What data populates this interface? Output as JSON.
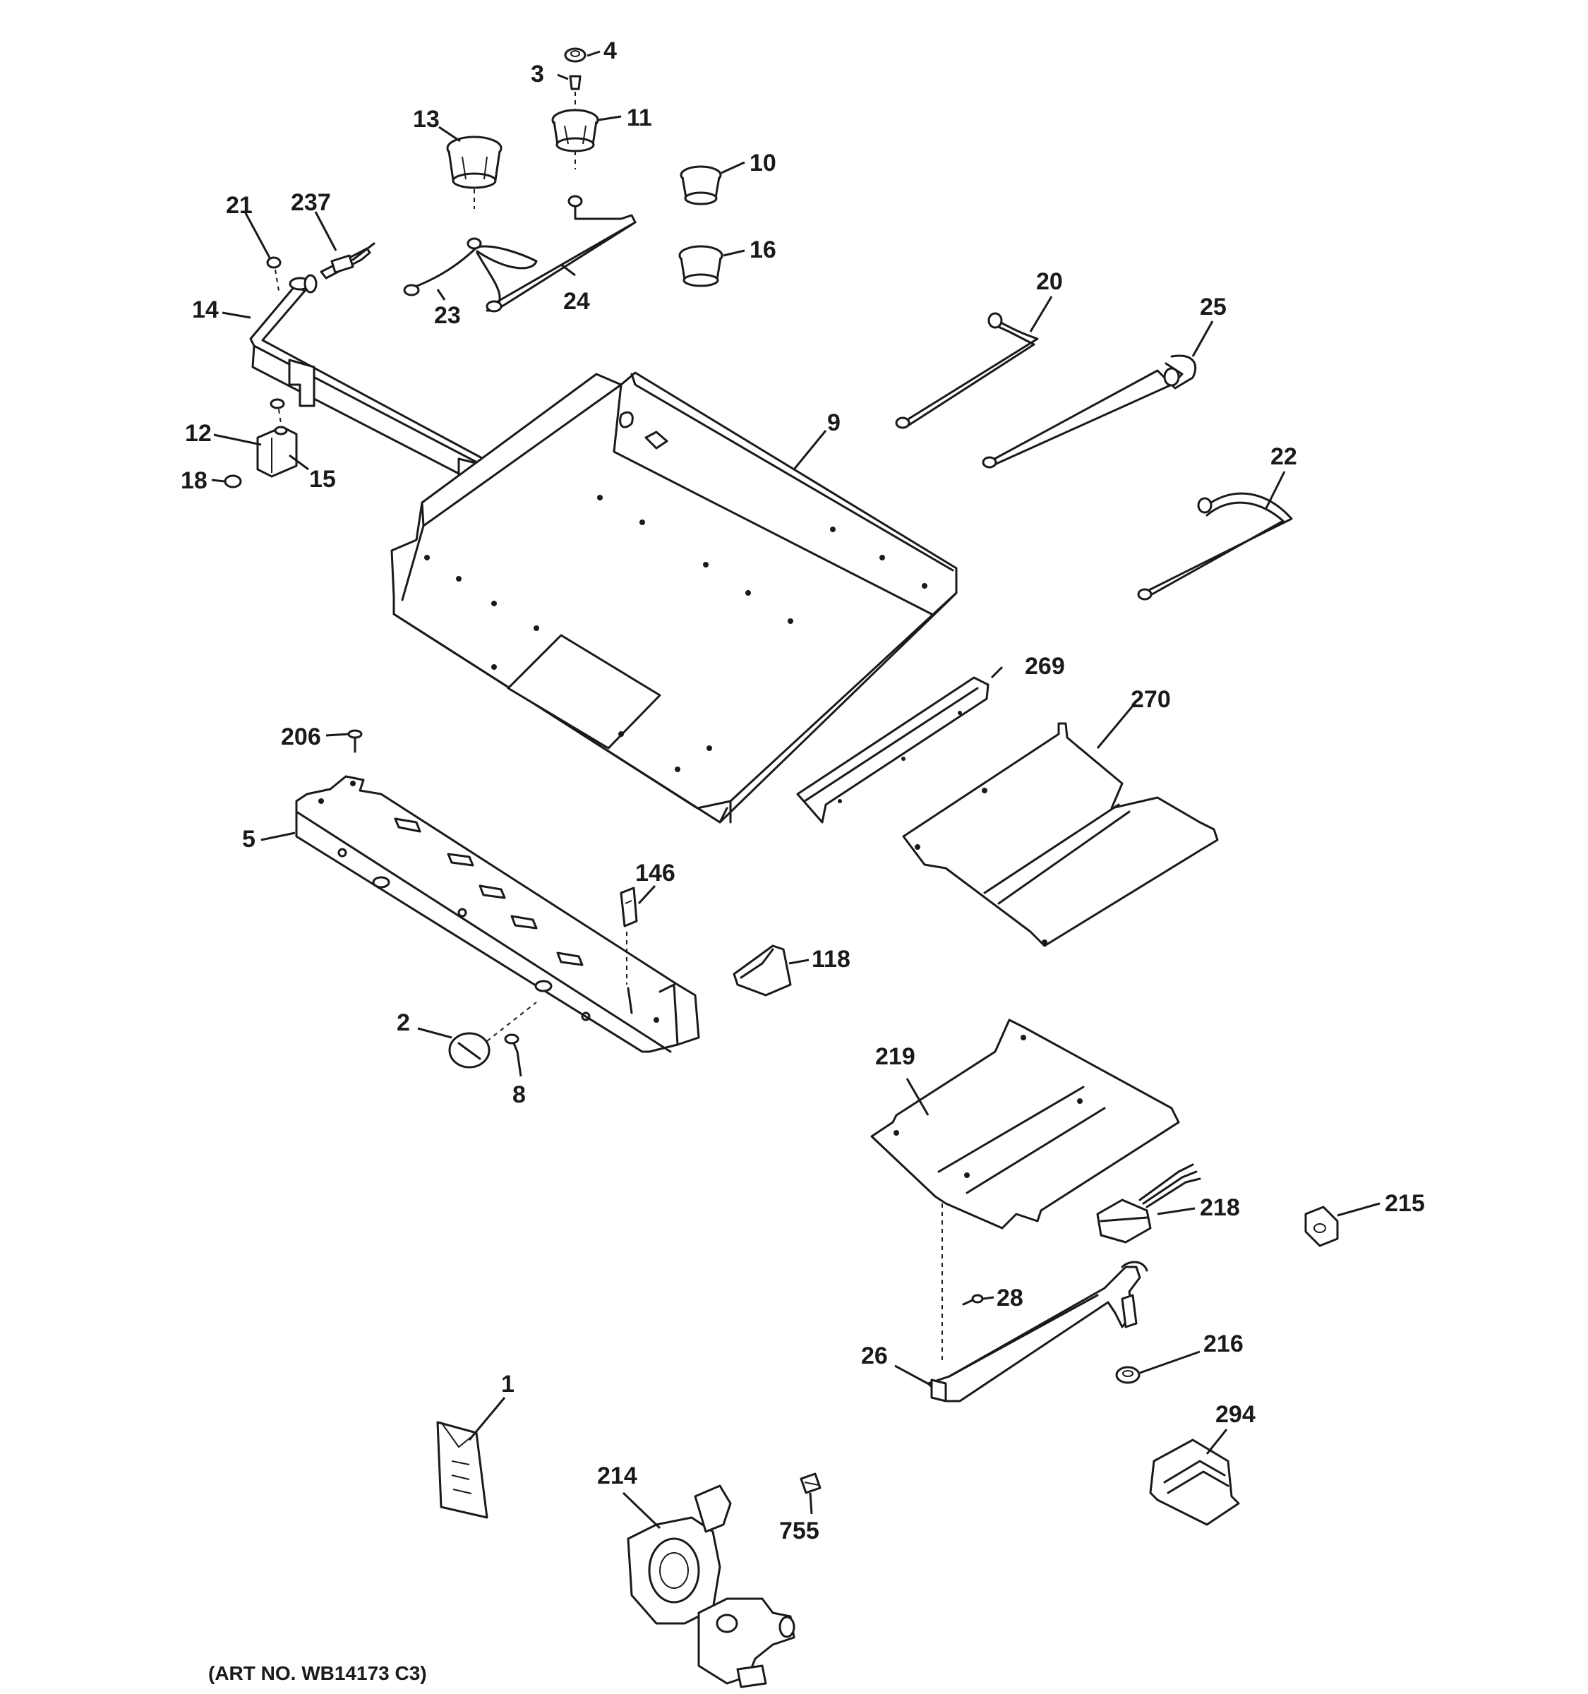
{
  "diagram": {
    "part_numbers": {
      "p4": "4",
      "p3": "3",
      "p13": "13",
      "p11": "11",
      "p10": "10",
      "p21": "21",
      "p237": "237",
      "p16": "16",
      "p14": "14",
      "p23": "23",
      "p24": "24",
      "p20": "20",
      "p25": "25",
      "p9": "9",
      "p12": "12",
      "p15": "15",
      "p18": "18",
      "p22": "22",
      "p269": "269",
      "p270": "270",
      "p206": "206",
      "p5": "5",
      "p146": "146",
      "p118": "118",
      "p2": "2",
      "p8": "8",
      "p219": "219",
      "p218": "218",
      "p215": "215",
      "p28": "28",
      "p26": "26",
      "p216": "216",
      "p1": "1",
      "p294": "294",
      "p214": "214",
      "p755": "755"
    },
    "caption": "(ART NO. WB14173 C3)"
  }
}
